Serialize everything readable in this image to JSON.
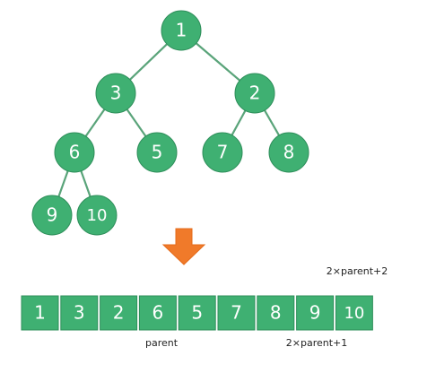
{
  "colors": {
    "node_fill": "#3fb072",
    "node_stroke": "#2f8f5b",
    "edge": "#5aa47a",
    "arrow": "#f07a2a",
    "text_on_green": "#ffffff",
    "label_text": "#222222"
  },
  "tree": {
    "nodes": [
      {
        "id": "n1",
        "label": "1"
      },
      {
        "id": "n3",
        "label": "3"
      },
      {
        "id": "n2",
        "label": "2"
      },
      {
        "id": "n6",
        "label": "6"
      },
      {
        "id": "n5",
        "label": "5"
      },
      {
        "id": "n7",
        "label": "7"
      },
      {
        "id": "n8",
        "label": "8"
      },
      {
        "id": "n9",
        "label": "9"
      },
      {
        "id": "n10",
        "label": "10"
      }
    ],
    "edges": [
      [
        "n1",
        "n3"
      ],
      [
        "n1",
        "n2"
      ],
      [
        "n3",
        "n6"
      ],
      [
        "n3",
        "n5"
      ],
      [
        "n2",
        "n7"
      ],
      [
        "n2",
        "n8"
      ],
      [
        "n6",
        "n9"
      ],
      [
        "n6",
        "n10"
      ]
    ]
  },
  "array": {
    "cells": [
      "1",
      "3",
      "2",
      "6",
      "5",
      "7",
      "8",
      "9",
      "10"
    ]
  },
  "labels": {
    "top_right": "2×parent+2",
    "parent": "parent",
    "left_child": "2×parent+1"
  },
  "icons": {
    "arrow": "down-arrow-icon"
  }
}
